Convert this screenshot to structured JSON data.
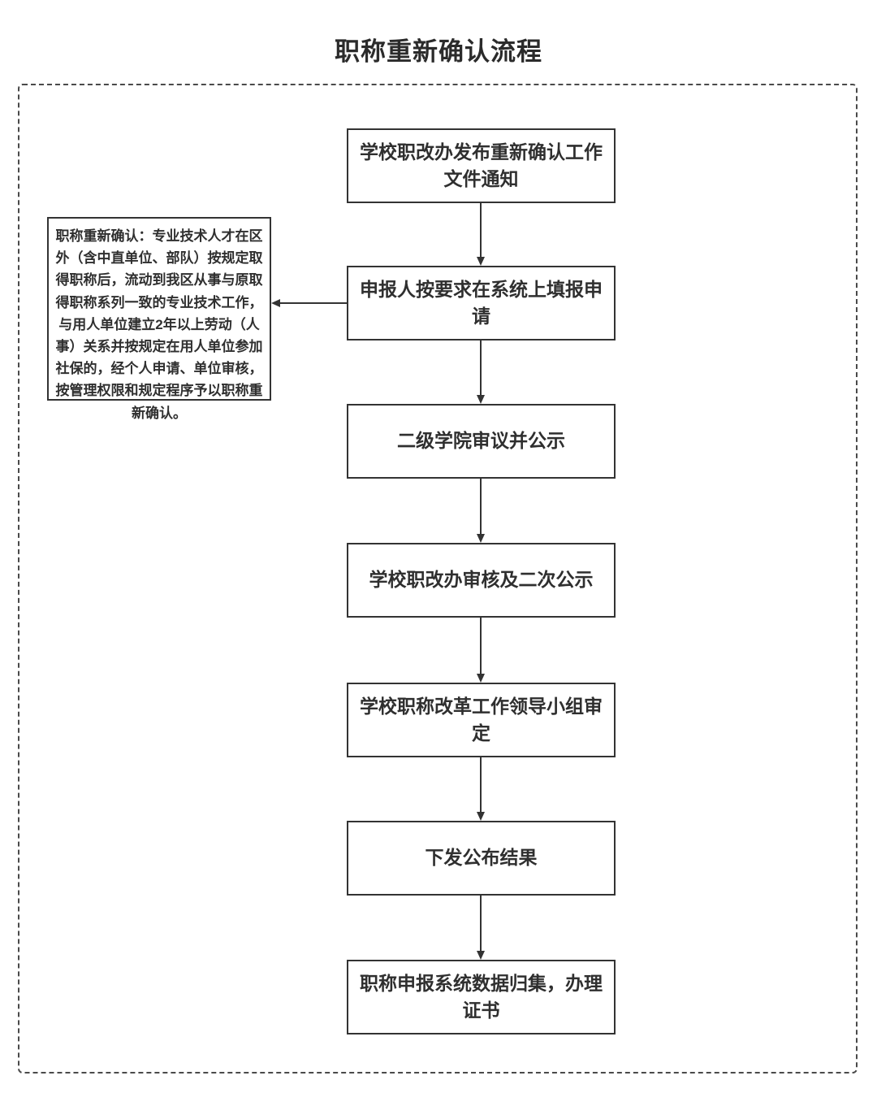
{
  "title": "职称重新确认流程",
  "flow": {
    "steps": [
      {
        "label": "学校职改办发布重新确认工作文件通知"
      },
      {
        "label": "申报人按要求在系统上填报申请"
      },
      {
        "label": "二级学院审议并公示"
      },
      {
        "label": "学校职改办审核及二次公示"
      },
      {
        "label": "学校职称改革工作领导小组审定"
      },
      {
        "label": "下发公布结果"
      },
      {
        "label": "职称申报系统数据归集，办理证书"
      }
    ],
    "note": "职称重新确认：专业技术人才在区外（含中直单位、部队）按规定取得职称后，流动到我区从事与原取得职称系列一致的专业技术工作，与用人单位建立2年以上劳动（人事）关系并按规定在用人单位参加社保的，经个人申请、单位审核，按管理权限和规定程序予以职称重新确认。"
  },
  "colors": {
    "line": "#333333",
    "text": "#2f2f2f",
    "background": "#ffffff"
  }
}
